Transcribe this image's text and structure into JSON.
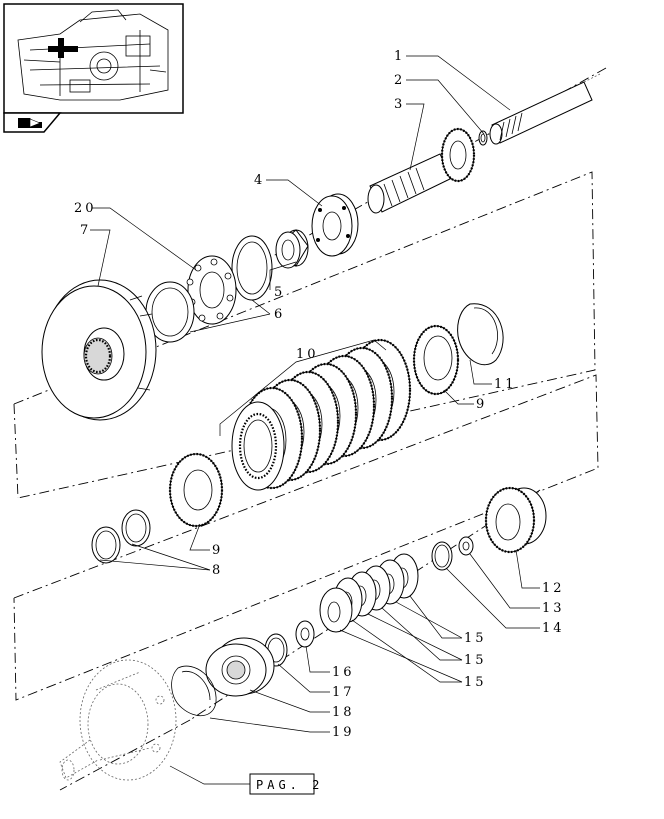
{
  "callouts": [
    {
      "id": "c1",
      "label": "1"
    },
    {
      "id": "c2",
      "label": "2"
    },
    {
      "id": "c3",
      "label": "3"
    },
    {
      "id": "c4",
      "label": "4"
    },
    {
      "id": "c5",
      "label": "5"
    },
    {
      "id": "c6",
      "label": "6"
    },
    {
      "id": "c7",
      "label": "7"
    },
    {
      "id": "c20",
      "label": "20"
    },
    {
      "id": "c10",
      "label": "10"
    },
    {
      "id": "c11",
      "label": "11"
    },
    {
      "id": "c9a",
      "label": "9"
    },
    {
      "id": "c9b",
      "label": "9"
    },
    {
      "id": "c8",
      "label": "8"
    },
    {
      "id": "c12",
      "label": "12"
    },
    {
      "id": "c13",
      "label": "13"
    },
    {
      "id": "c14",
      "label": "14"
    },
    {
      "id": "c15a",
      "label": "15"
    },
    {
      "id": "c15b",
      "label": "15"
    },
    {
      "id": "c15c",
      "label": "15"
    },
    {
      "id": "c16",
      "label": "16"
    },
    {
      "id": "c17",
      "label": "17"
    },
    {
      "id": "c18",
      "label": "18"
    },
    {
      "id": "c19",
      "label": "19"
    }
  ],
  "page_ref": {
    "label": "PAG. 2"
  },
  "nav_icon": {
    "icon": "arrow-folder-icon"
  }
}
